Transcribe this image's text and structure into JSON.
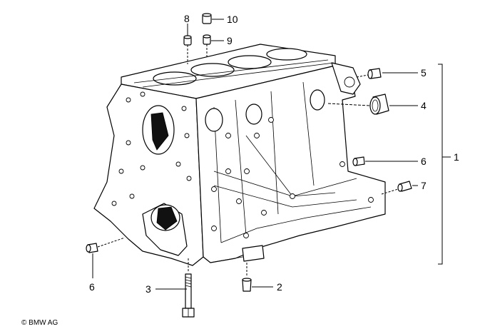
{
  "diagram": {
    "copyright": "© BMW AG",
    "callouts": {
      "c1": "1",
      "c2": "2",
      "c3": "3",
      "c4": "4",
      "c5": "5",
      "c6_right": "6",
      "c6_left": "6",
      "c7": "7",
      "c8": "8",
      "c9": "9",
      "c10": "10"
    }
  }
}
